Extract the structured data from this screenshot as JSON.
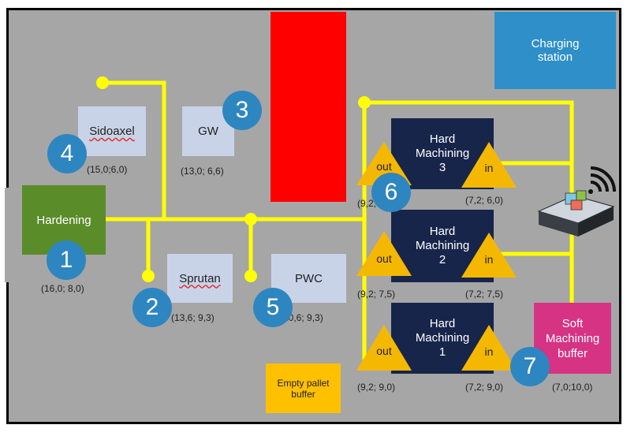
{
  "stations": {
    "hardening": {
      "label": "Hardening",
      "coord": "(16,0; 8,0)",
      "number": "1"
    },
    "sprutan": {
      "label": "Sprutan",
      "coord": "(13,6; 9,3)",
      "number": "2"
    },
    "gw": {
      "label": "GW",
      "coord": "(13,0; 6,6)",
      "number": "3"
    },
    "sidoaxel": {
      "label": "Sidoaxel",
      "coord": "(15,0;6,0)",
      "number": "4"
    },
    "pwc": {
      "label": "PWC",
      "coord": "(10,6; 9,3)",
      "number": "5"
    },
    "hm_group_number": "6",
    "soft_buffer": {
      "label_line1": "Soft",
      "label_line2": "Machining",
      "label_line3": "buffer",
      "coord": "(7,0;10,0)",
      "number": "7"
    },
    "charging": {
      "line1": "Charging",
      "line2": "station"
    },
    "empty_pallet": {
      "line1": "Empty pallet",
      "line2": "buffer"
    }
  },
  "hard_machining": [
    {
      "line1": "Hard",
      "line2": "Machining",
      "line3": "3",
      "out_label": "out",
      "in_label": "in",
      "out_coord": "(9,2; 6,0)",
      "in_coord": "(7,2; 6,0)"
    },
    {
      "line1": "Hard",
      "line2": "Machining",
      "line3": "2",
      "out_label": "out",
      "in_label": "in",
      "out_coord": "(9,2; 7,5)",
      "in_coord": "(7,2; 7,5)"
    },
    {
      "line1": "Hard",
      "line2": "Machining",
      "line3": "1",
      "out_label": "out",
      "in_label": "in",
      "out_coord": "(9,2; 9,0)",
      "in_coord": "(7,2; 9,0)"
    }
  ],
  "colors": {
    "path": "#ffff00",
    "floor": "#a6a6a6",
    "hardening": "#5b8c2a",
    "blocked_area": "#ff0000",
    "charging": "#2e8fc9",
    "hard_machining": "#18254b",
    "triangle": "#f5b800",
    "soft_buffer": "#d63384",
    "empty_pallet": "#ffc000",
    "badge": "#2e86c1"
  }
}
